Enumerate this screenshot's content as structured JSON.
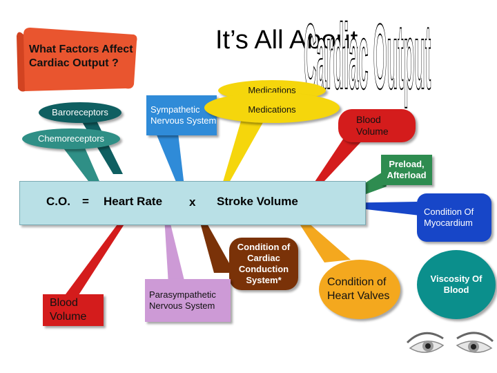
{
  "title": "It’s All About",
  "banner": "Cardiac Output",
  "question": "What Factors Affect Cardiac Output ?",
  "equation": {
    "co": "C.O.",
    "equals": "=",
    "heart_rate": "Heart Rate",
    "times": "x",
    "stroke_volume": "Stroke Volume"
  },
  "factors": {
    "baroreceptors": "Baroreceptors",
    "chemoreceptors": "Chemoreceptors",
    "sympathetic": "Sympathetic Nervous System",
    "medications_top": "Medications",
    "medications_main": "Medications",
    "blood_volume_top": "Blood Volume",
    "preload_afterload": "Preload, Afterload",
    "condition_myocardium": "Condition Of Myocardium",
    "viscosity": "Viscosity Of Blood",
    "heart_valves": "Condition of Heart Valves",
    "conduction": "Condition of Cardiac Conduction System*",
    "parasympathetic": "Parasympathetic Nervous System",
    "blood_volume_bottom": "Blood Volume"
  },
  "colors": {
    "scroll": "#e9552f",
    "equation_bar": "#b9e0e6",
    "baroreceptors": "#0f5f61",
    "chemoreceptors": "#2f8f86",
    "sympathetic": "#2f8bd8",
    "medications": "#f5d60c",
    "blood_volume_top": "#d41c1c",
    "preload": "#2e8c50",
    "myocardium": "#1746c8",
    "viscosity": "#0b8f8c",
    "valves": "#f4a81e",
    "conduction": "#7a3208",
    "parasympathetic": "#cd9ad6",
    "blood_volume_bottom": "#d41c1c"
  }
}
